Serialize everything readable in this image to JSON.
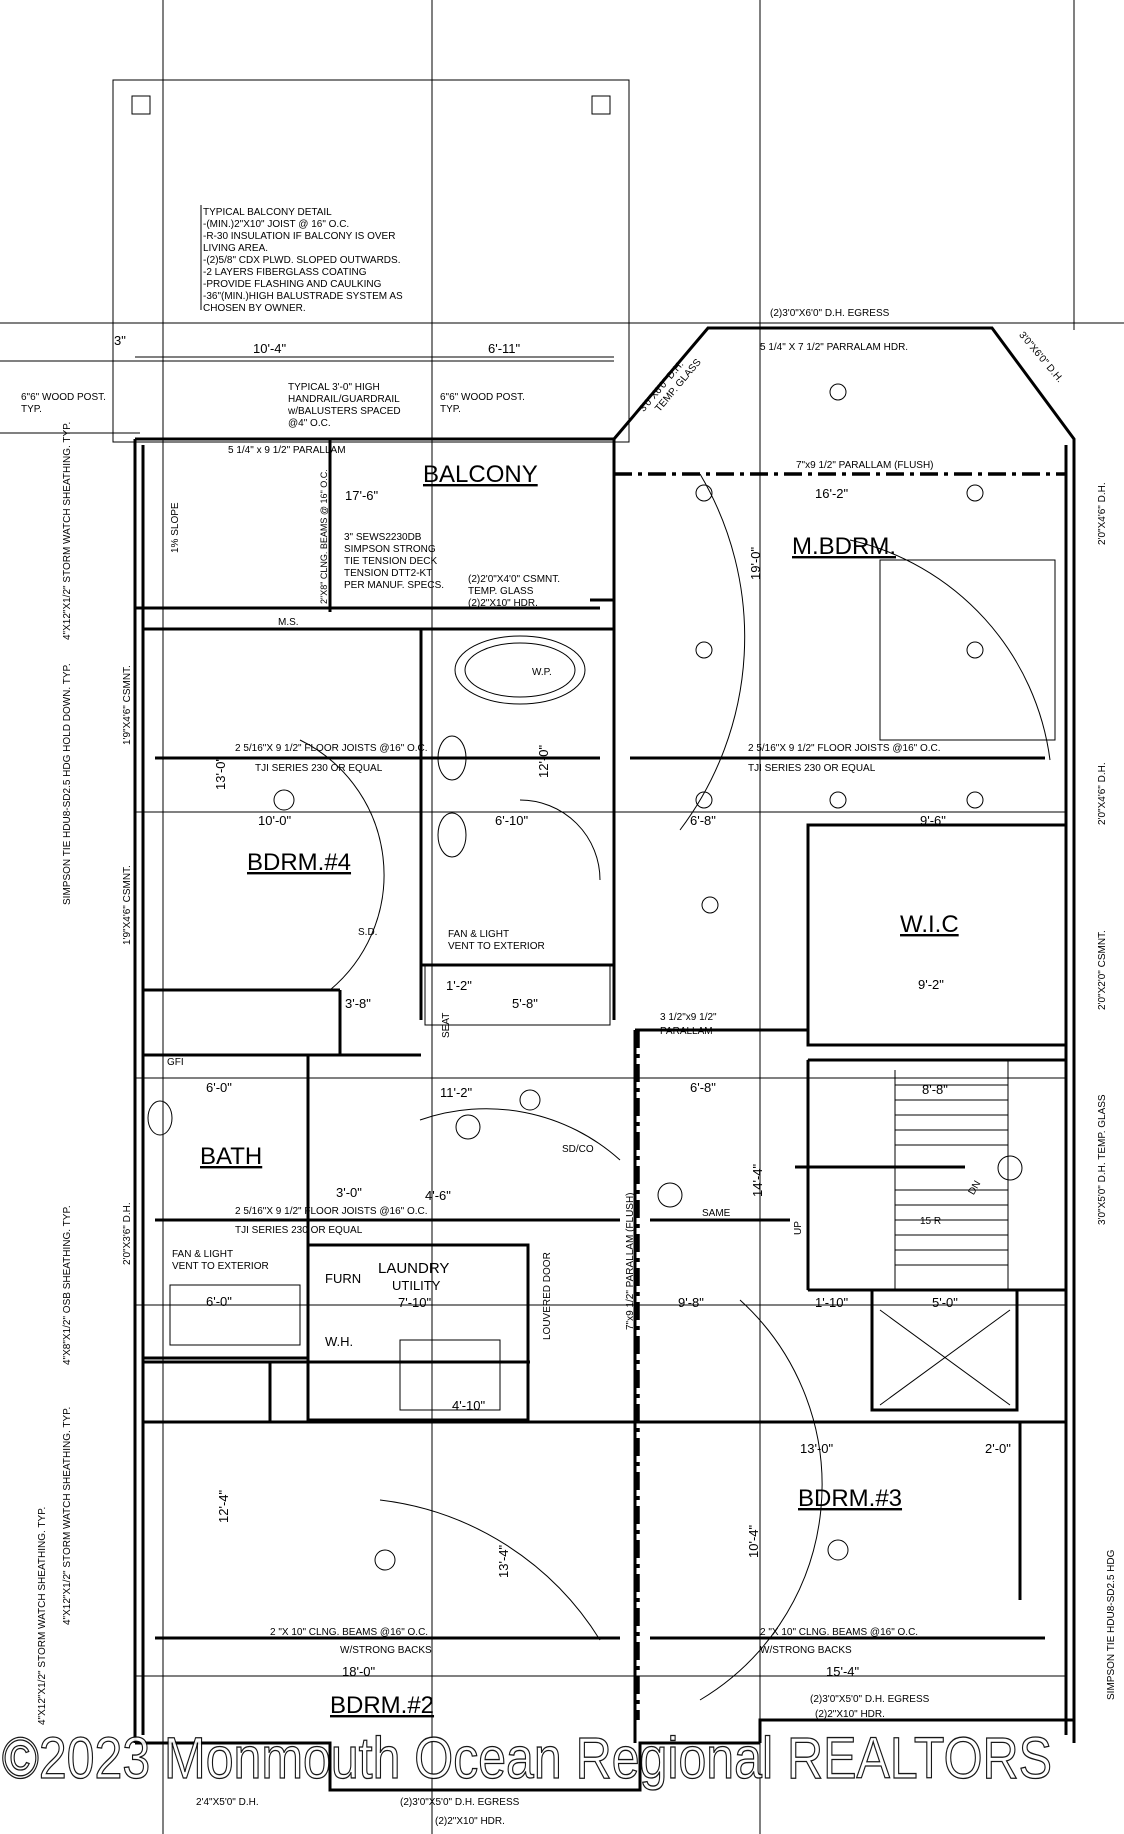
{
  "rooms": {
    "balcony": "BALCONY",
    "master": "M.BDRM.",
    "bdrm4": "BDRM.#4",
    "wic": "W.I.C",
    "bath": "BATH",
    "laundry": "LAUNDRY",
    "utility": "UTILITY",
    "furn": "FURN",
    "wh": "W.H.",
    "bdrm3": "BDRM.#3",
    "bdrm2": "BDRM.#2",
    "seat": "SEAT"
  },
  "dims": [
    "3\"",
    "10'-4\"",
    "6'-11\"",
    "17'-6\"",
    "16'-2\"",
    "19'-0\"",
    "13'-0\"",
    "10'-0\"",
    "6'-10\"",
    "6'-8\"",
    "9'-6\"",
    "9'-2\"",
    "8'-8\"",
    "11'-2\"",
    "6'-0\"",
    "6'-8\"",
    "3'-0\"",
    "7'-10\"",
    "9'-8\"",
    "5'-0\"",
    "13'-0\"",
    "18'-0\"",
    "15'-4\"",
    "6'-0\"",
    "12'-0\"",
    "14'-4\"",
    "12'-4\"",
    "13'-4\"",
    "10'-4\"",
    "1'-2\"",
    "5'-8\"",
    "3'-8\"",
    "4'-6\"",
    "4'-10\"",
    "1'-10\"",
    "2'-0\""
  ],
  "notes": {
    "balcony_detail": [
      "TYPICAL BALCONY DETAIL",
      "-(MIN.)2\"X10\" JOIST @ 16\" O.C.",
      "-R-30 INSULATION IF BALCONY IS OVER",
      " LIVING AREA.",
      "-(2)5/8\" CDX PLWD. SLOPED OUTWARDS.",
      "-2 LAYERS FIBERGLASS COATING",
      "-PROVIDE FLASHING AND CAULKING",
      "-36\"(MIN.)HIGH BALUSTRADE SYSTEM AS",
      " CHOSEN BY OWNER."
    ],
    "handrail": [
      "TYPICAL 3'-0\" HIGH",
      "HANDRAIL/GUARDRAIL",
      "w/BALUSTERS SPACED",
      "@4\" O.C."
    ],
    "post_left": [
      "6\"6\" WOOD POST.",
      "TYP."
    ],
    "post_right": [
      "6\"6\" WOOD POST.",
      "TYP."
    ],
    "balcony_parallam": "5 1/4\" x 9 1/2\" PARALLAM",
    "sews": [
      "3\" SEWS2230DB",
      "SIMPSON STRONG",
      "TIE TENSION DECK",
      "TENSION DTT2-KT",
      "PER MANUF. SPECS."
    ],
    "csmnt": [
      "(2)2'0\"X4'0\" CSMNT.",
      "TEMP. GLASS",
      "(2)2\"X10\" HDR."
    ],
    "clng_beams_bal": "2\"X8\" CLNG. BEAMS @ 16\" O.C.",
    "slope": "1% SLOPE",
    "egress_top": "(2)3'0\"X6'0\" D.H. EGRESS",
    "hdr_top": "5 1/4\" X 7 1/2\" PARRALAM HDR.",
    "flush_top": "7\"x9 1/2\" PARALLAM (FLUSH)",
    "bay_left": [
      "3'0\"X6'0\" D.H.",
      "TEMP. GLASS"
    ],
    "bay_right": "3'0\"X6'0\" D.H.",
    "joists": [
      "2 5/16\"X 9 1/2\" FLOOR JOISTS @16\" O.C.",
      "TJI SERIES 230 OR EQUAL"
    ],
    "fan": [
      "FAN & LIGHT",
      "VENT TO EXTERIOR"
    ],
    "parallam_312": [
      "3 1/2\"x9 1/2\"",
      "PARALLAM"
    ],
    "same": "SAME",
    "risers": "15 R",
    "up": "UP",
    "dn": "DN",
    "flush_vert": "7\"x9 1/2\" PARALLAM (FLUSH)",
    "louvered": "LOUVERED DOOR",
    "clng_beams": [
      "2 \"X 10\" CLNG. BEAMS @16\" O.C.",
      "W/STRONG BACKS"
    ],
    "egress_b3": "(2)3'0\"X5'0\" D.H. EGRESS",
    "hdr_b3": "(2)2\"X10\" HDR.",
    "egress_b2": "(2)3'0\"X5'0\" D.H. EGRESS",
    "hdr_b2": "(2)2\"X10\" HDR.",
    "dh_b2": "2'4\"X5'0\" D.H.",
    "left_side": [
      "4\"X12\"X1/2\" STORM WATCH SHEATHING. TYP.",
      "SIMPSON TIE HDU8-SD2.5 HDG HOLD DOWN. TYP.",
      "1'9\"X4'6\" CSMNT.",
      "1'9\"X4'6\" CSMNT.",
      "2'0\"X3'6\" D.H.",
      "4\"X8\"X1/2\" OSB SHEATHING. TYP.",
      "4\"X12\"X1/2\" STORM WATCH SHEATHING. TYP.",
      "4\"X12\"X1/2\" STORM WATCH SHEATHING. TYP."
    ],
    "right_side": [
      "2'0\"X4'6\" D.H.",
      "2'0\"X4'6\" D.H.",
      "2'0\"X2'0\" CSMNT.",
      "3'0\"X5'0\" D.H. TEMP. GLASS",
      "SIMPSON TIE HDU8-SD2.5 HDG"
    ],
    "symbols": [
      "S.D.",
      "SD/CO",
      "W.P.",
      "GFI",
      "M.S."
    ]
  },
  "watermark": "©2023 Monmouth Ocean Regional REALTORS"
}
